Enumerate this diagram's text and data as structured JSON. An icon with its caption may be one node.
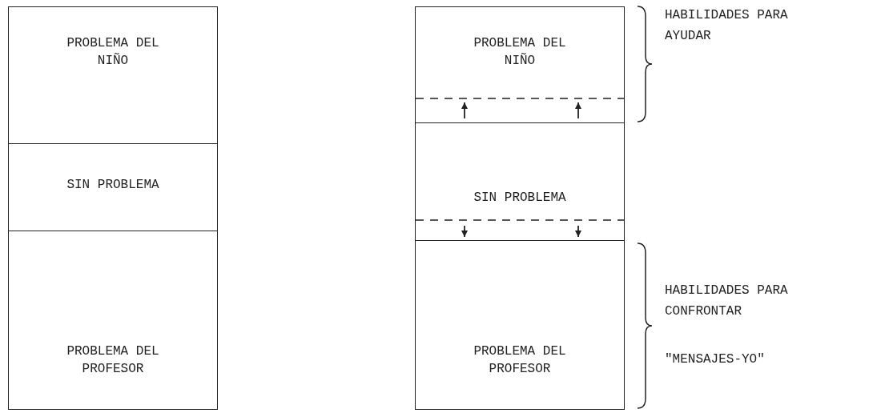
{
  "diagram": {
    "nodes": [
      {
        "text": [
          "PROBLEMA DEL NIÑO"
        ]
      },
      {
        "text": [
          "SIN PROBLEMA"
        ]
      },
      {
        "text": [
          "PROBLEMA DEL PROFESOR"
        ]
      },
      {
        "text": [
          "PROBLEMA DEL NIÑO"
        ]
      },
      {
        "text": [
          "SIN PROBLEMA"
        ]
      },
      {
        "text": [
          "PROBLEMA DEL PROFESOR"
        ]
      }
    ],
    "edges": [],
    "labels": [
      "HABILIDADES PARA AYUDAR",
      "HABILIDADES PARA CONFRONTAR",
      "\"MENSAJES-YO\""
    ]
  }
}
